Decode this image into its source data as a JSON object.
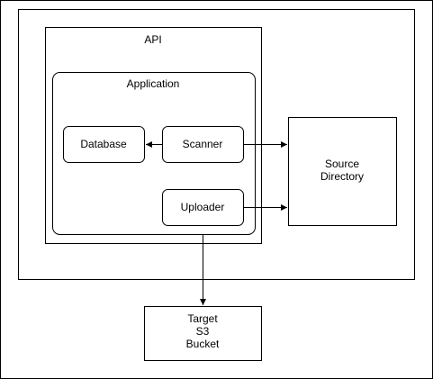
{
  "nodes": {
    "api": {
      "label": "API"
    },
    "application": {
      "label": "Application"
    },
    "database": {
      "label": "Database"
    },
    "scanner": {
      "label": "Scanner"
    },
    "uploader": {
      "label": "Uploader"
    },
    "source_directory": {
      "lines": [
        "Source",
        "Directory"
      ]
    },
    "target_bucket": {
      "lines": [
        "Target",
        "S3",
        "Bucket"
      ]
    }
  },
  "edges": [
    {
      "from": "scanner",
      "to": "database"
    },
    {
      "from": "scanner",
      "to": "source_directory"
    },
    {
      "from": "uploader",
      "to": "source_directory"
    },
    {
      "from": "application",
      "to": "target_bucket"
    }
  ]
}
